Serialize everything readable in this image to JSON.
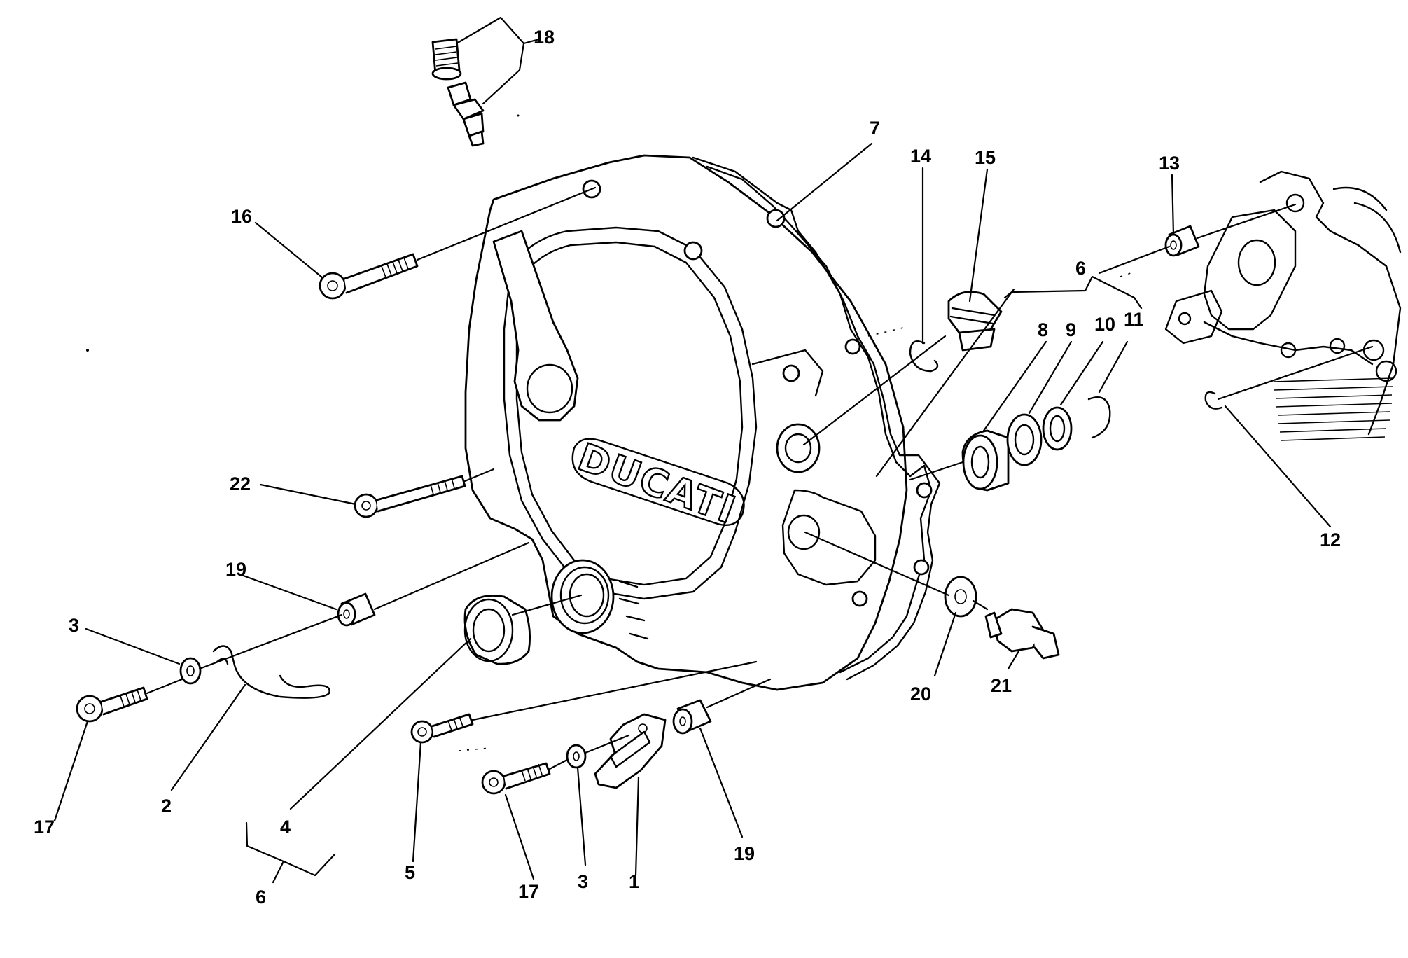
{
  "diagram": {
    "brand_logo": "DUCATI",
    "part_labels": [
      {
        "id": "p1",
        "text": "1"
      },
      {
        "id": "p2",
        "text": "2"
      },
      {
        "id": "p3a",
        "text": "3"
      },
      {
        "id": "p3b",
        "text": "3"
      },
      {
        "id": "p4",
        "text": "4"
      },
      {
        "id": "p5",
        "text": "5"
      },
      {
        "id": "p6a",
        "text": "6"
      },
      {
        "id": "p6b",
        "text": "6"
      },
      {
        "id": "p7",
        "text": "7"
      },
      {
        "id": "p8",
        "text": "8"
      },
      {
        "id": "p9",
        "text": "9"
      },
      {
        "id": "p10",
        "text": "10"
      },
      {
        "id": "p11",
        "text": "11"
      },
      {
        "id": "p12",
        "text": "12"
      },
      {
        "id": "p13",
        "text": "13"
      },
      {
        "id": "p14",
        "text": "14"
      },
      {
        "id": "p15",
        "text": "15"
      },
      {
        "id": "p16",
        "text": "16"
      },
      {
        "id": "p17a",
        "text": "17"
      },
      {
        "id": "p17b",
        "text": "17"
      },
      {
        "id": "p18",
        "text": "18"
      },
      {
        "id": "p19a",
        "text": "19"
      },
      {
        "id": "p19b",
        "text": "19"
      },
      {
        "id": "p20",
        "text": "20"
      },
      {
        "id": "p21",
        "text": "21"
      },
      {
        "id": "p22",
        "text": "22"
      }
    ]
  }
}
